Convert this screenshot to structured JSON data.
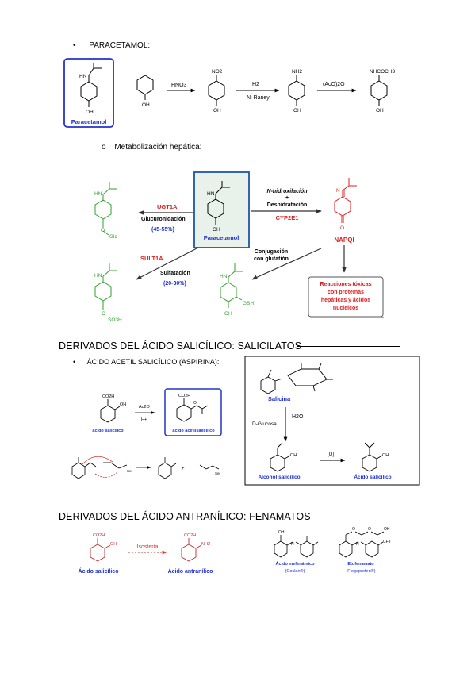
{
  "sections": {
    "paracetamol_bullet": "PARACETAMOL:",
    "metabolizacion_bullet": "Metabolización hepática:",
    "salicilatos_heading": "DERIVADOS DEL ÁCIDO SALICÍLICO: SALICILATOS",
    "aspirina_bullet": "ÁCIDO ACETIL SALICÍLICO (ASPIRINA):",
    "fenamatos_heading": "DERIVADOS DEL ÁCIDO ANTRANÍLICO: FENAMATOS"
  },
  "synthesis": {
    "box_label": "Paracetamol",
    "step1_reagent": "HNO3",
    "step2_reagent_top": "H2",
    "step2_reagent_bottom": "Ni Raney",
    "step3_reagent": "(AcO)2O",
    "no2": "NO2",
    "nh2": "NH2",
    "nhcoch3": "NHCOCH3",
    "oh": "OH",
    "hn": "HN"
  },
  "metabolism": {
    "center_label": "Paracetamol",
    "ugt": "UGT1A",
    "glucuronidacion": "Glucuronidación",
    "gluc_pct": "(45-55%)",
    "sult": "SULT1A",
    "sulfatacion": "Sulfatación",
    "sulf_pct": "(20-30%)",
    "nhidrox": "N-hidroxilación",
    "plus": "+",
    "deshid": "Deshidratación",
    "cyp": "CYP2E1",
    "napqi": "NAPQI",
    "conjug1": "Conjugación",
    "conjug2": "con glutatión",
    "glc": "Glc",
    "so3h": "SO3H",
    "gsh": "GSH",
    "toxic": [
      "Reacciones tóxicas",
      "con proteínas",
      "hepáticas y ácidos",
      "nucleicos"
    ]
  },
  "aspirina": {
    "ac2o": "Ac2O",
    "hplus": "H+",
    "salicilico": "ácido salicílico",
    "acetilsalicilico": "ácido acetilsalicílico",
    "co2h": "CO2H",
    "oh": "OH",
    "ser": "Ser"
  },
  "salicina": {
    "label": "Salicina",
    "dglucosa": "D-Glucosa",
    "h2o": "H2O",
    "alcohol": "Alcohol salicílico",
    "ox": "[O]",
    "acido": "Ácido salicílico"
  },
  "fenamatos": {
    "isosteria": "Isostería",
    "salicilico": "Ácido salicílico",
    "antranilico": "Ácido antranílico",
    "mefenamico": "Ácido mefenámico",
    "coslan": "(Coslan®)",
    "etofenamato": "Etofenamato",
    "flogoprofen": "(Flogoprofen®)",
    "nh2": "NH2",
    "cf3": "CF3",
    "co2h": "CO2H"
  }
}
